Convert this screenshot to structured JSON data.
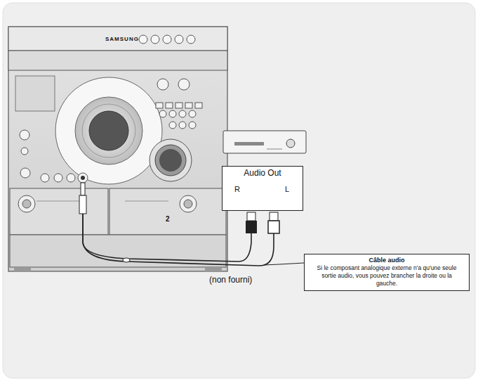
{
  "diagram": {
    "nodes": [
      {
        "text": [
          "Audio Out"
        ]
      },
      {
        "text": [
          "Câble audio",
          "Si le composant analogique externe n'a qu'une seule sortie audio, vous pouvez brancher la droite ou la gauche."
        ]
      }
    ],
    "labels": [
      "SAMSUNG",
      "R",
      "L",
      "2",
      "(non fourni)"
    ]
  }
}
